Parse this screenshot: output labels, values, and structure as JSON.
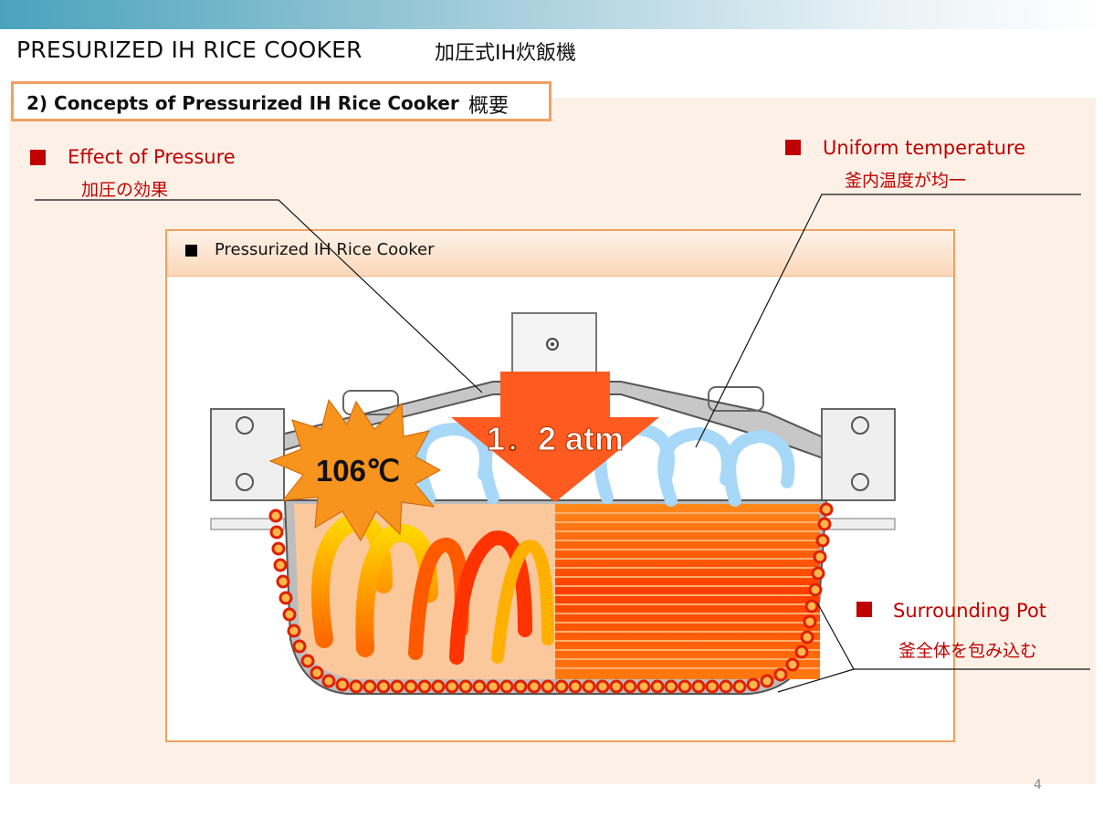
{
  "header": {
    "title_en": "PRESURIZED IH RICE COOKER",
    "title_jp": "加圧式IH炊飯機"
  },
  "concept": {
    "label": "2) Concepts of Pressurized IH Rice Cooker",
    "label_jp": "概要"
  },
  "callouts": {
    "pressure": {
      "en": "Effect of Pressure",
      "jp": "加圧の効果"
    },
    "uniform": {
      "en": "Uniform temperature",
      "jp": "釜内温度が均一"
    },
    "surrounding": {
      "en": "Surrounding Pot",
      "jp": "釜全体を包み込む"
    }
  },
  "figure": {
    "title": "Pressurized IH Rice Cooker",
    "temperature": "106℃",
    "pressure": "1．2 atm"
  },
  "footer": {
    "page_number": "4"
  },
  "colors": {
    "accent_red": "#c00000",
    "border_orange": "#f0a060",
    "arrow_orange": "#ff5a1f",
    "burst_orange": "#f7941d"
  },
  "icons": [
    "bullet-square-icon",
    "down-arrow-icon",
    "starburst-icon",
    "swirl-arrow-icon",
    "heater-coil-icon"
  ]
}
